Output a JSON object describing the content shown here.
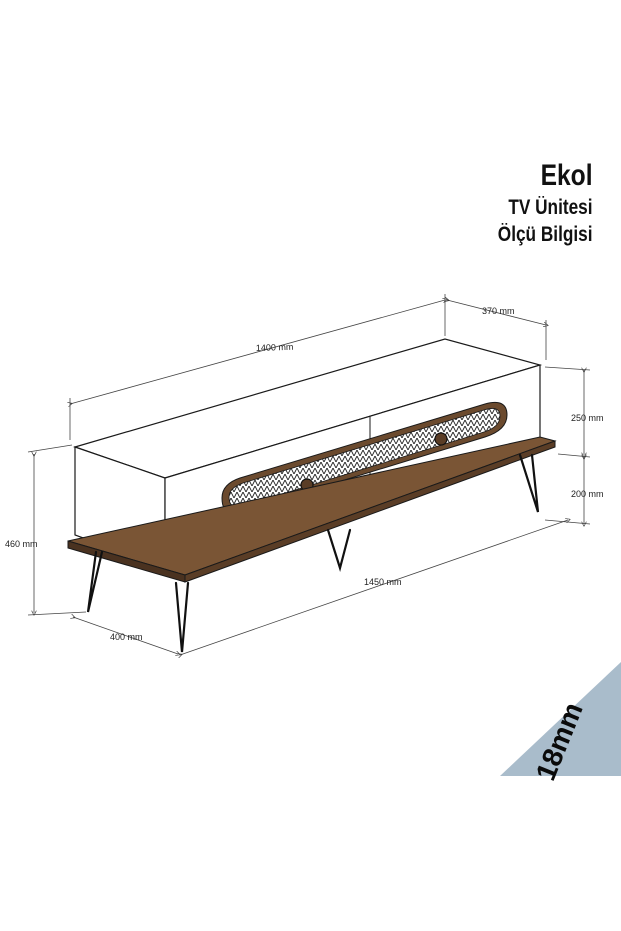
{
  "product": {
    "name": "Ekol",
    "line1": "TV Ünitesi",
    "line2": "Ölçü Bilgisi"
  },
  "dimensions": {
    "top_length": "1400 mm",
    "top_depth": "370 mm",
    "body_height": "250 mm",
    "leg_height": "200 mm",
    "total_height": "460 mm",
    "base_length": "1450 mm",
    "base_depth": "400 mm"
  },
  "badge": {
    "text": "18mm",
    "color": "#a9bccb"
  },
  "colors": {
    "body": "#ffffff",
    "outline": "#1a1a1a",
    "wood": "#6b4a2e",
    "legs": "#111111"
  }
}
